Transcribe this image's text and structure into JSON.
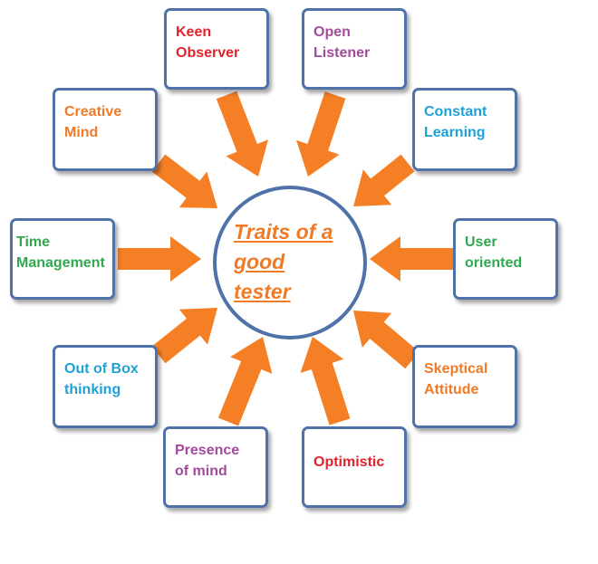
{
  "center": {
    "title": "Traits of a\ngood\ntester"
  },
  "colors": {
    "arrow": "#f57f25",
    "box_border": "#4f73a8",
    "circle_border": "#4f73a8",
    "title": "#f07a25"
  },
  "traits": [
    {
      "id": "keen-observer",
      "label": "Keen\nObserver",
      "color": "#e3232b"
    },
    {
      "id": "open-listener",
      "label": "Open\nListener",
      "color": "#a24a9c"
    },
    {
      "id": "constant-learning",
      "label": "Constant\nLearning",
      "color": "#1ea1d7"
    },
    {
      "id": "user-oriented",
      "label": "User\noriented",
      "color": "#30a94e"
    },
    {
      "id": "skeptical-attitude",
      "label": "Skeptical\nAttitude",
      "color": "#f07a25"
    },
    {
      "id": "optimistic",
      "label": "Optimistic",
      "color": "#e3232b"
    },
    {
      "id": "presence-of-mind",
      "label": "Presence\nof mind",
      "color": "#a24a9c"
    },
    {
      "id": "out-of-box-thinking",
      "label": "Out of Box\nthinking",
      "color": "#1ea1d7"
    },
    {
      "id": "time-management",
      "label": "Time\nManagement",
      "color": "#30a94e"
    },
    {
      "id": "creative-mind",
      "label": "Creative\nMind",
      "color": "#f07a25"
    }
  ]
}
